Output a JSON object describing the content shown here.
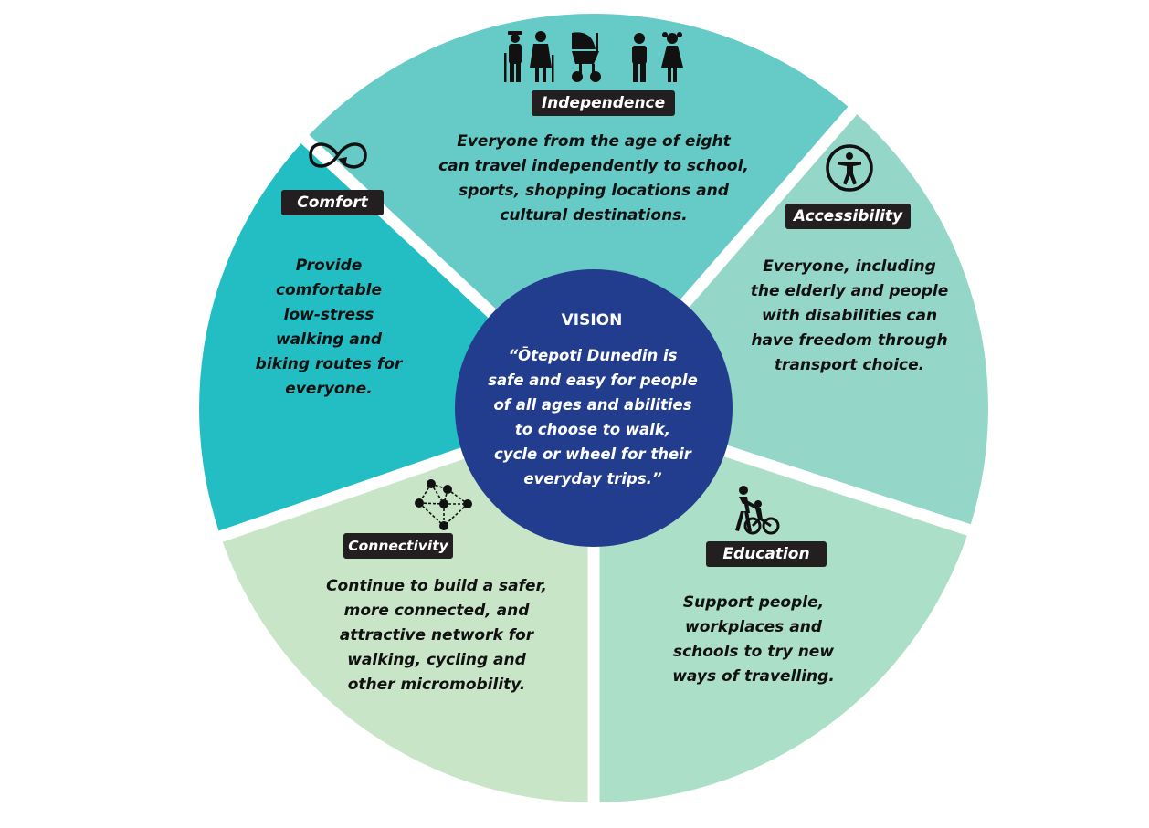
{
  "colors": {
    "independence": "#66cbc6",
    "accessibility": "#94d6c8",
    "education": "#acdfc8",
    "connectivity": "#c8e5c8",
    "comfort": "#22bec3",
    "center": "#233d8e",
    "label_bg": "#231f20"
  },
  "center": {
    "title": "VISION",
    "quote_lines": [
      "“Ōtepoti Dunedin is",
      "safe and easy for people",
      "of all ages and abilities",
      "to choose to walk,",
      "cycle or wheel for their",
      "everyday trips.”"
    ]
  },
  "segments": [
    {
      "key": "independence",
      "label": "Independence",
      "icon": "people-family-stroller-icon",
      "lines": [
        "Everyone from the age of eight",
        "can travel independently to school,",
        "sports, shopping locations and",
        "cultural destinations."
      ]
    },
    {
      "key": "accessibility",
      "label": "Accessibility",
      "icon": "accessibility-person-icon",
      "lines": [
        "Everyone, including",
        "the elderly and people",
        "with disabilities can",
        "have freedom through",
        "transport choice."
      ]
    },
    {
      "key": "education",
      "label": "Education",
      "icon": "adult-teaching-child-bike-icon",
      "lines": [
        "Support people,",
        "workplaces and",
        "schools to try new",
        "ways of travelling."
      ]
    },
    {
      "key": "connectivity",
      "label": "Connectivity",
      "icon": "network-nodes-icon",
      "lines": [
        "Continue to build a safer,",
        "more connected, and",
        "attractive network for",
        "walking, cycling and",
        "other micromobility."
      ]
    },
    {
      "key": "comfort",
      "label": "Comfort",
      "icon": "infinity-loop-icon",
      "lines": [
        "Provide",
        "comfortable",
        "low-stress",
        "walking and",
        "biking routes for",
        "everyone."
      ]
    }
  ]
}
